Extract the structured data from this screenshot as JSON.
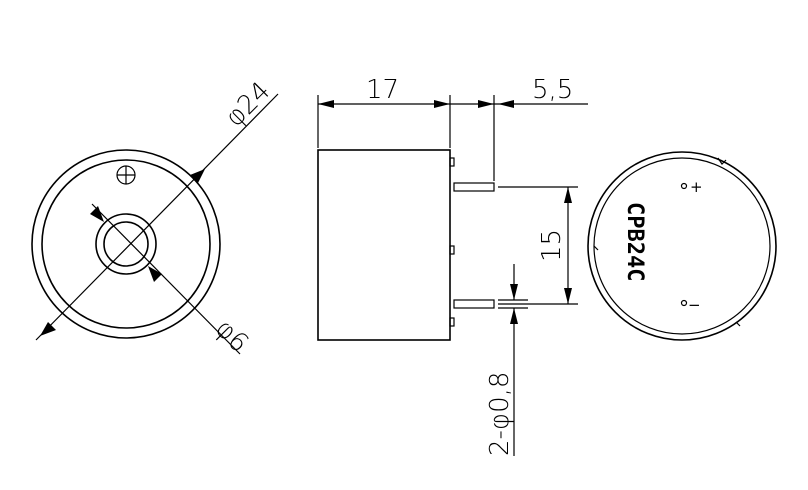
{
  "drawing": {
    "dimensions": {
      "outer_diameter": "φ24",
      "inner_diameter": "φ6",
      "body_height": "17",
      "pin_length": "5,5",
      "pin_spacing": "15",
      "pin_diameter": "2-φ0,8"
    },
    "marking": "CPB24C",
    "polarity": {
      "positive": "+",
      "negative": "−"
    }
  }
}
